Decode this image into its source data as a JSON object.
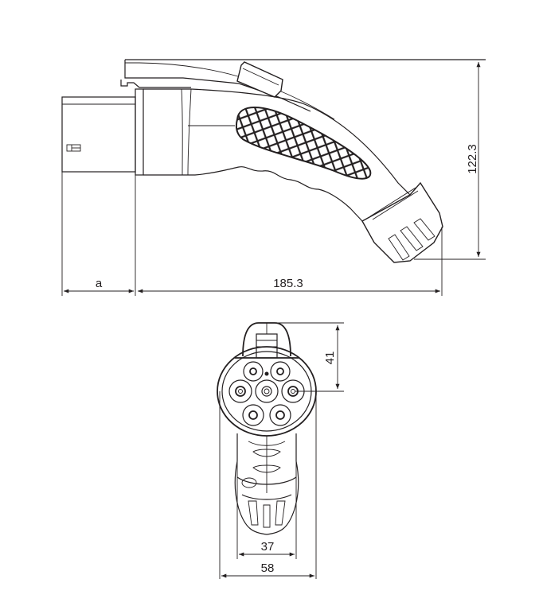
{
  "drawing": {
    "subject": "EV charging connector (Type 2 plug) dimension drawing",
    "side_view": {
      "dimensions": {
        "front_length_label": "a",
        "body_length": "185.3",
        "height": "122.3"
      }
    },
    "front_view": {
      "dimensions": {
        "latch_to_center": "41",
        "inner_width": "37",
        "outer_width": "58"
      },
      "contacts_count": 7
    }
  },
  "colors": {
    "line": "#231f20",
    "background": "#ffffff",
    "dimension_line": "#8a8a8a"
  }
}
